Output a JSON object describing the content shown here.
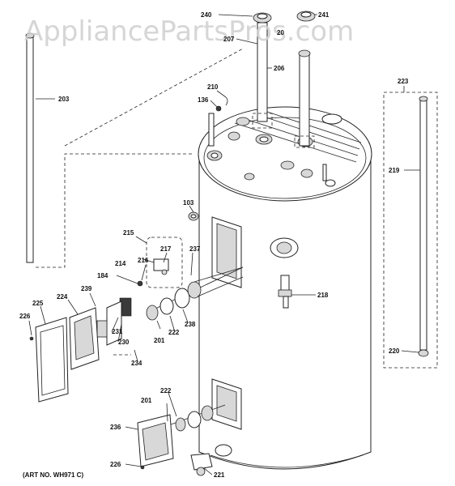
{
  "watermark": "AppliancePartsPros.com",
  "art_number": "(ART NO. WH971 C)",
  "callouts": {
    "c240": "240",
    "c241": "241",
    "c207": "207",
    "c20": "20",
    "c206": "206",
    "c203": "203",
    "c210": "210",
    "c136": "136",
    "c223": "223",
    "c219": "219",
    "c220": "220",
    "c103": "103",
    "c215": "215",
    "c217": "217",
    "c216": "216",
    "c214": "214",
    "c237": "237",
    "c184": "184",
    "c239": "239",
    "c224": "224",
    "c225": "225",
    "c226a": "226",
    "c231": "231",
    "c230": "230",
    "c234": "234",
    "c201a": "201",
    "c222a": "222",
    "c238": "238",
    "c218": "218",
    "c201b": "201",
    "c222b": "222",
    "c236": "236",
    "c226b": "226",
    "c221": "221"
  }
}
